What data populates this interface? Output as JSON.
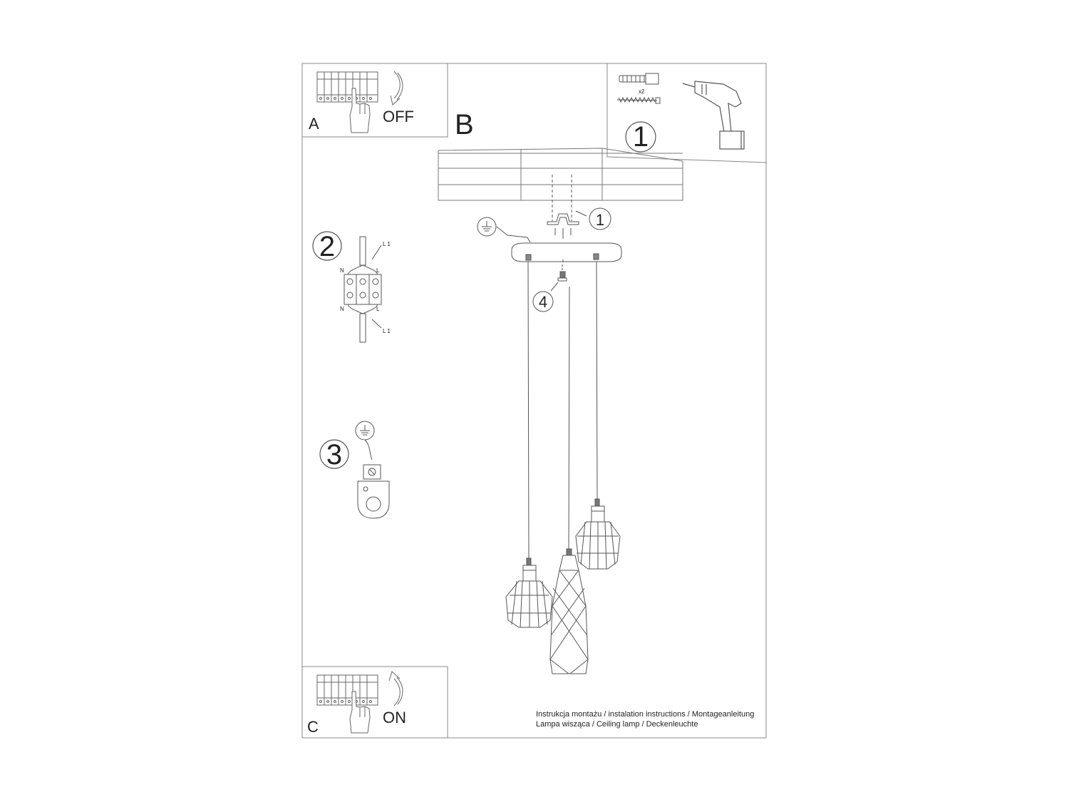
{
  "panels": {
    "a": {
      "letter": "A",
      "action": "OFF"
    },
    "b": {
      "letter": "B"
    },
    "c": {
      "letter": "C",
      "action": "ON"
    }
  },
  "steps": {
    "tools_number": "1",
    "tools_quantity": "x2",
    "mounting_callout": "1",
    "wiring_number": "2",
    "earth_number": "3",
    "canopy_screw_callout": "4"
  },
  "terminal_labels": {
    "l1_top": "L 1",
    "n_top": "N",
    "l_top": "L",
    "n_bottom": "N",
    "l_bottom": "L",
    "l1_bottom": "L 1"
  },
  "footer": {
    "line1": "Instrukcja montażu / instalation instructions / Montageanleitung",
    "line2": "Lampa wisząca / Ceiling lamp / Deckenleuchte"
  },
  "colors": {
    "line": "#555555",
    "frame": "#888888",
    "text": "#222222"
  }
}
